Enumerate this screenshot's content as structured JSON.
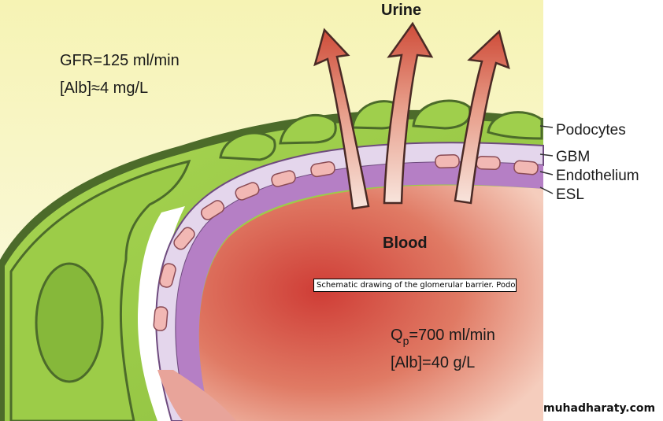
{
  "labels": {
    "urine": "Urine",
    "gfr": "GFR=125 ml/min",
    "alb_urine": "[Alb]≈4 mg/L",
    "podocytes": "Podocytes",
    "gbm": "GBM",
    "endothelium": "Endothelium",
    "esl": "ESL",
    "blood": "Blood",
    "qp_main": "Q",
    "qp_sub": "p",
    "qp_value": "=700 ml/min",
    "alb_blood": "[Alb]=40 g/L"
  },
  "tooltip": "Schematic drawing of the glomerular barrier. Podo…",
  "watermark": "muhadharaty.com",
  "colors": {
    "urine_space_light": "#fbf7d3",
    "urine_space_yellow": "#f3f0a4",
    "podocyte_green": "#9ccc48",
    "gbm_lavender": "#e3d5ea",
    "esl_purple": "#b07ec0",
    "endothelium_pink": "#f0b4b0",
    "blood_red": "#d24a40",
    "arrow_red": "#d65a45"
  }
}
